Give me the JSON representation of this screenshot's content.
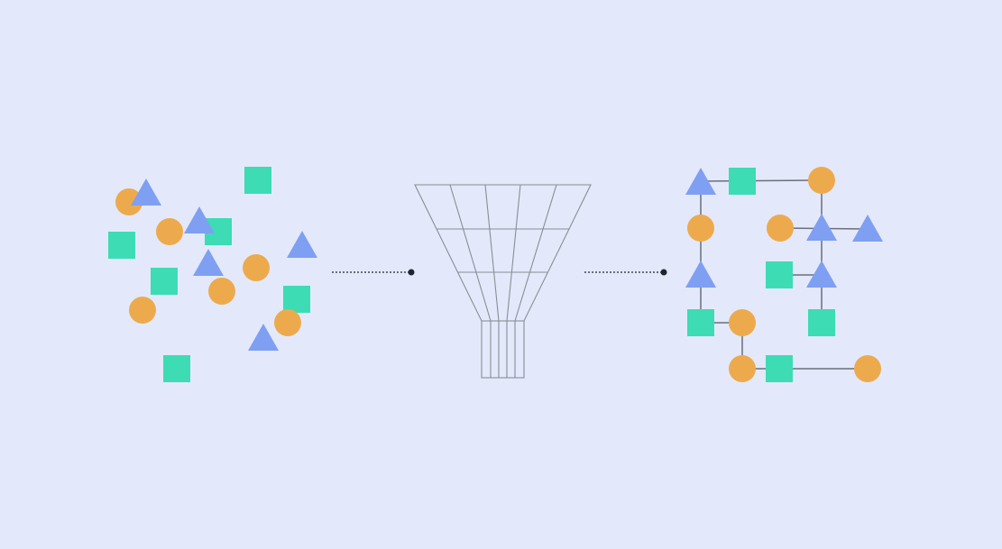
{
  "colors": {
    "background": "#e3e9fb",
    "circle": "#edaa4d",
    "square": "#3ddcb4",
    "triangle": "#7f9ff2",
    "connector": "#6b6f7c",
    "funnel": "#8a8d96",
    "dotted_line": "#1f2430"
  },
  "left_cluster": {
    "description_shapes": [
      "circle",
      "square",
      "triangle"
    ]
  },
  "right_network": {
    "description_shapes": [
      "circle",
      "square",
      "triangle"
    ]
  }
}
